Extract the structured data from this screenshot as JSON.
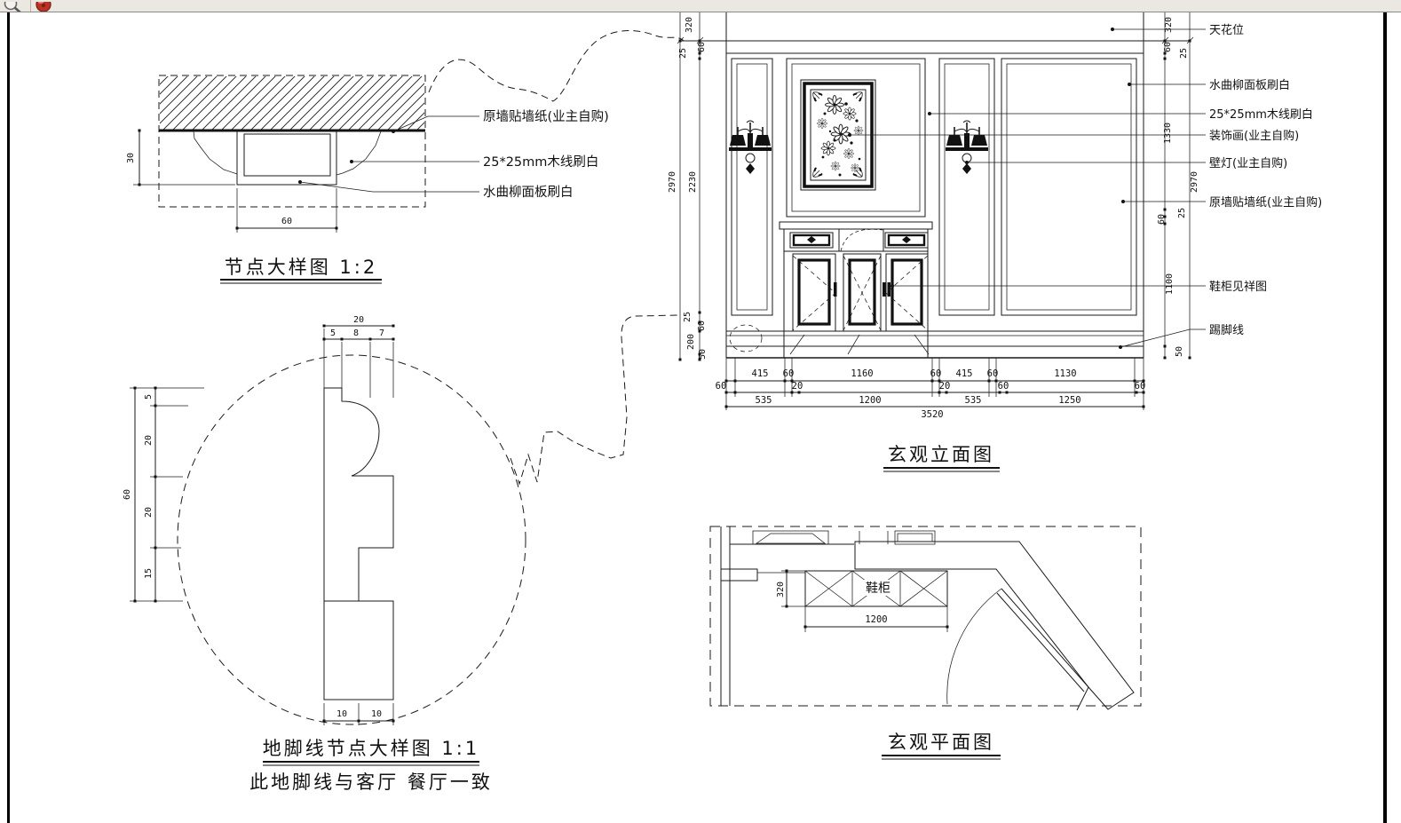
{
  "colors": {
    "canvas": "#ffffff",
    "line": "#1a1a1a",
    "toolbar_bg": "#ebe8e2",
    "badge_red": "#bb3326",
    "sheet_border": "#000000"
  },
  "toolbar": {
    "icons": [
      {
        "name": "zoom-tool-icon"
      },
      {
        "name": "app-badge-icon"
      }
    ]
  },
  "node_detail": {
    "title": "节点大样图 1:2",
    "labels": [
      "原墙贴墙纸(业主自购)",
      "25*25mm木线刷白",
      "水曲柳面板刷白"
    ],
    "dim_depth": "30",
    "dim_width": "60"
  },
  "skirting_detail": {
    "title": "地脚线节点大样图 1:1",
    "note": "此地脚线与客厅 餐厅一致",
    "dim_total_width": "20",
    "dims_top": [
      "5",
      "8",
      "7"
    ],
    "dim_total_height": "60",
    "dims_left": [
      "5",
      "20",
      "20",
      "15"
    ],
    "dims_bottom": [
      "10",
      "10"
    ]
  },
  "elevation": {
    "title": "玄观立面图",
    "labels_right": [
      "天花位",
      "水曲柳面板刷白",
      "25*25mm木线刷白",
      "装饰画(业主自购)",
      "壁灯(业主自购)",
      "原墙贴墙纸(业主自购)",
      "鞋柜见祥图",
      "踢脚线"
    ],
    "dim_left_overall": "2970",
    "dims_left": [
      "320",
      "60",
      "25",
      "2230",
      "25",
      "60",
      "200",
      "50"
    ],
    "dim_right_overall": "2970",
    "dims_right": [
      "320",
      "60",
      "25",
      "1330",
      "25",
      "60",
      "1100",
      "50"
    ],
    "dims_row1": [
      "415",
      "60",
      "1160",
      "60",
      "415",
      "60",
      "1130"
    ],
    "dims_row2": [
      "60",
      "535",
      "20",
      "1200",
      "20",
      "535",
      "60",
      "1250",
      "60"
    ],
    "dim_total_width": "3520"
  },
  "plan": {
    "title": "玄观平面图",
    "cabinet_label": "鞋柜",
    "dim_depth": "320",
    "dim_width": "1200"
  }
}
